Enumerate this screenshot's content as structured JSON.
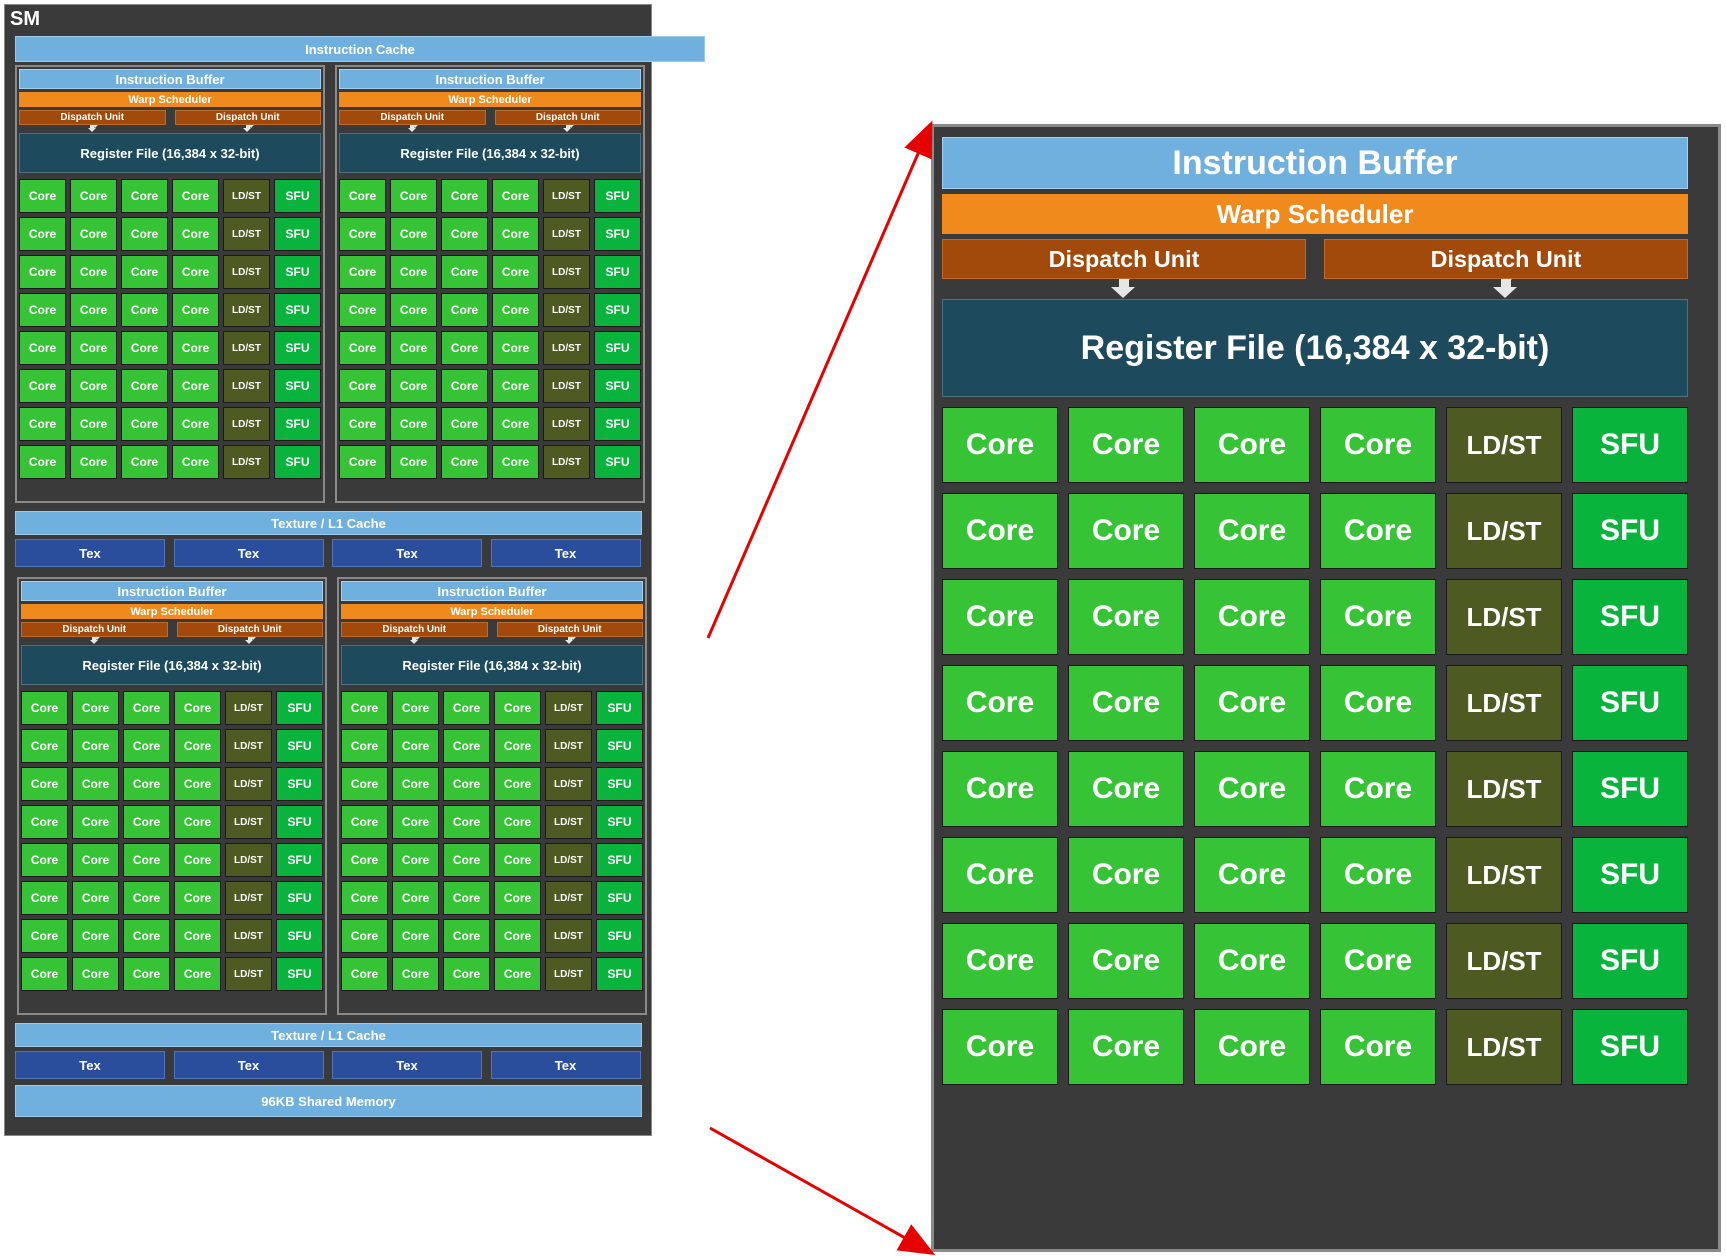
{
  "sm": {
    "title": "SM",
    "instruction_cache": "Instruction Cache",
    "texture_l1_cache": "Texture / L1 Cache",
    "tex_label": "Tex",
    "shared_memory": "96KB Shared Memory"
  },
  "block": {
    "instruction_buffer": "Instruction Buffer",
    "warp_scheduler": "Warp Scheduler",
    "dispatch_unit": "Dispatch Unit",
    "register_file": "Register File (16,384 x 32-bit)",
    "core": "Core",
    "ldst": "LD/ST",
    "sfu": "SFU"
  },
  "layout_counts": {
    "quads": 4,
    "rows": 8,
    "cores_per_row": 4,
    "tex_units_per_row": 4
  },
  "colors": {
    "core": "#36c436",
    "ldst": "#4d5a22",
    "sfu": "#08b43c",
    "instruction_buffer": "#6fb0de",
    "warp_scheduler": "#f08a1c",
    "dispatch_unit": "#a24a0c",
    "register_file": "#1e4a5e",
    "tex": "#2a4e9c",
    "arrow": "#e60000"
  }
}
